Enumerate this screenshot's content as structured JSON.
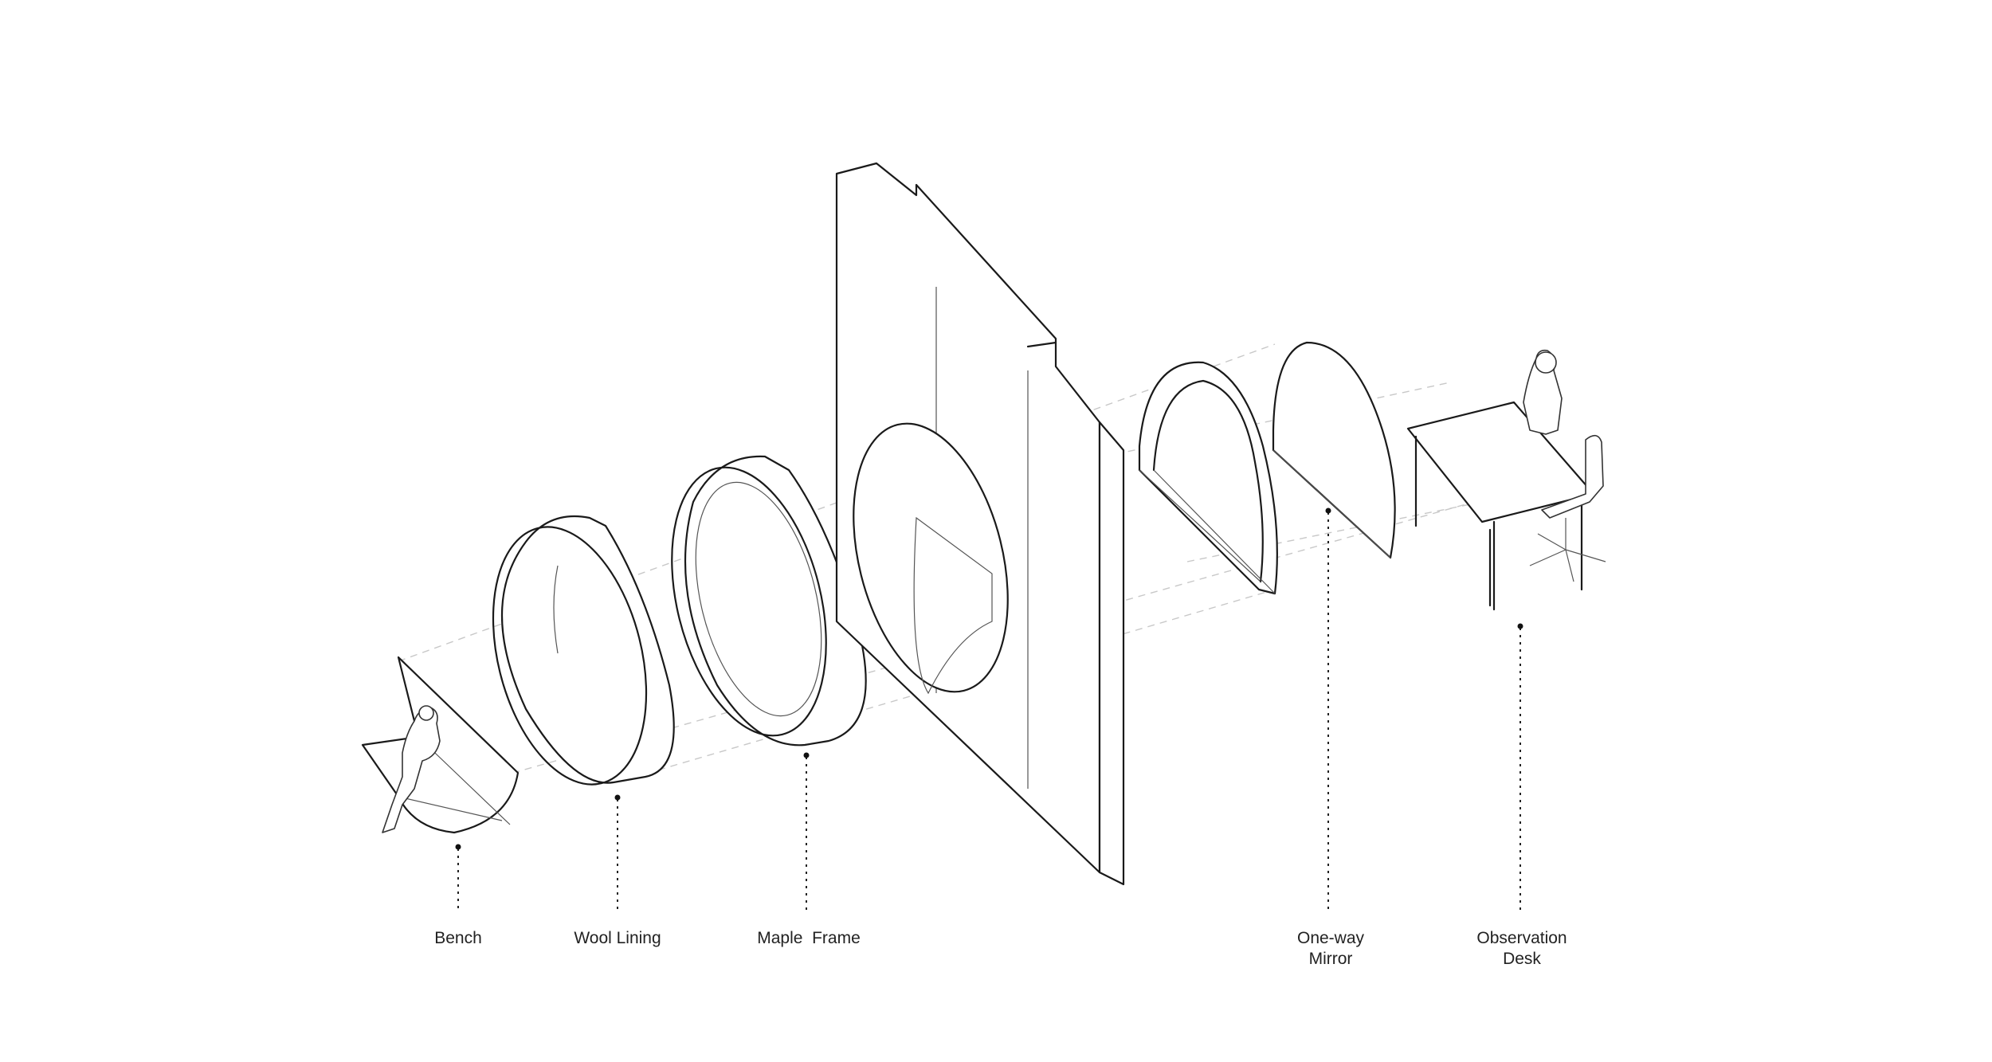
{
  "labels": {
    "bench": "Bench",
    "wool_lining": "Wool Lining",
    "maple_frame": "Maple  Frame",
    "mirror_line1": "One-way",
    "mirror_line2": "Mirror",
    "desk_line1": "Observation",
    "desk_line2": "Desk"
  },
  "colors": {
    "line": "#1a1a1a",
    "text": "#222222",
    "guide": "#c8c8c8",
    "background": "#ffffff"
  }
}
